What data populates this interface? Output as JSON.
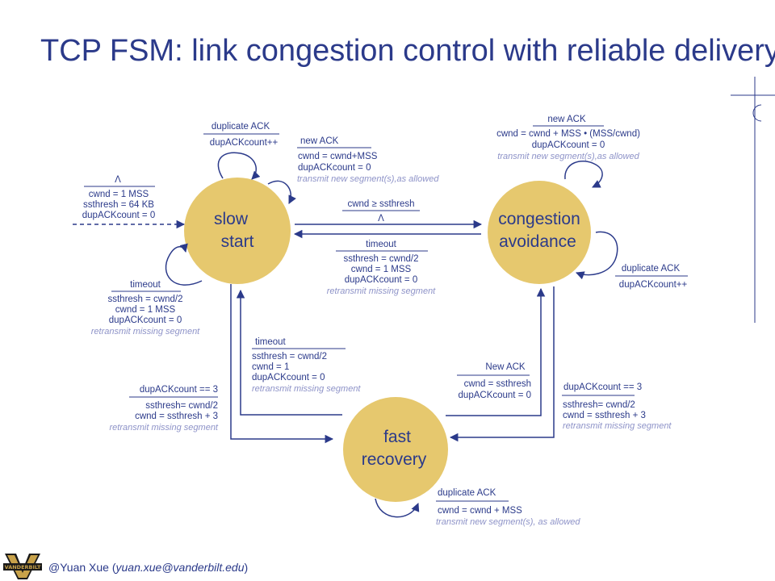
{
  "title": "TCP FSM: link congestion control with reliable delivery",
  "states": {
    "slow_start": [
      "slow",
      "start"
    ],
    "congestion_avoidance": [
      "congestion",
      "avoidance"
    ],
    "fast_recovery": [
      "fast",
      "recovery"
    ]
  },
  "transitions": {
    "init": {
      "event": "Λ",
      "actions": [
        "cwnd = 1 MSS",
        "ssthresh = 64 KB",
        "dupACKcount = 0"
      ]
    },
    "ss_dup_ack": {
      "event": "duplicate ACK",
      "actions": [
        "dupACKcount++"
      ]
    },
    "ss_new_ack": {
      "event": "new ACK",
      "actions": [
        "cwnd = cwnd+MSS",
        "dupACKcount = 0"
      ],
      "note": "transmit new segment(s),as allowed"
    },
    "ss_timeout": {
      "event": "timeout",
      "actions": [
        "ssthresh = cwnd/2",
        "cwnd = 1 MSS",
        "dupACKcount = 0"
      ],
      "note": "retransmit missing segment"
    },
    "ss_to_ca": {
      "event": "cwnd ≥ ssthresh",
      "actions": [
        "Λ"
      ]
    },
    "ca_to_ss": {
      "event": "timeout",
      "actions": [
        "ssthresh = cwnd/2",
        "cwnd = 1 MSS",
        "dupACKcount = 0"
      ],
      "note": "retransmit missing segment"
    },
    "ca_new_ack": {
      "event": "new ACK",
      "actions": [
        "cwnd = cwnd + MSS • (MSS/cwnd)",
        "dupACKcount = 0"
      ],
      "note": "transmit new segment(s),as allowed"
    },
    "ca_dup_ack": {
      "event": "duplicate ACK",
      "actions": [
        "dupACKcount++"
      ]
    },
    "fr_to_ss": {
      "event": "timeout",
      "actions": [
        "ssthresh = cwnd/2",
        "cwnd = 1",
        "dupACKcount = 0"
      ],
      "note": "retransmit missing segment"
    },
    "ss_to_fr": {
      "event": "dupACKcount == 3",
      "actions": [
        "ssthresh= cwnd/2",
        "cwnd = ssthresh + 3"
      ],
      "note": "retransmit missing segment"
    },
    "fr_to_ca": {
      "event": "New ACK",
      "actions": [
        "cwnd = ssthresh",
        "dupACKcount = 0"
      ]
    },
    "ca_to_fr": {
      "event": "dupACKcount == 3",
      "actions": [
        "ssthresh= cwnd/2",
        "cwnd = ssthresh + 3"
      ],
      "note": "retransmit missing segment"
    },
    "fr_dup_ack": {
      "event": "duplicate ACK",
      "actions": [
        "cwnd = cwnd + MSS"
      ],
      "note": "transmit new segment(s), as allowed"
    }
  },
  "footer": {
    "author": "@Yuan Xue (",
    "email": "yuan.xue@vanderbilt.edu",
    "close": ")",
    "logo_text": "VANDERBILT"
  },
  "colors": {
    "title": "#2b3a8a",
    "state_fill": "#e6c86e",
    "line": "#2b3a8a",
    "action_note": "#8e93c8"
  }
}
